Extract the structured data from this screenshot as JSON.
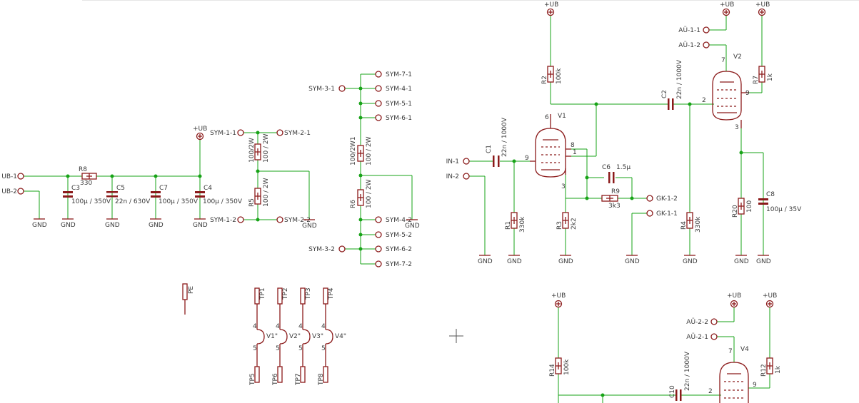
{
  "supply": {
    "ub": "+UB",
    "gnd": "GND"
  },
  "net_labels": {
    "ub1": "UB-1",
    "ub2": "UB-2",
    "sym11": "SYM-1-1",
    "sym21": "SYM-2-1",
    "sym12": "SYM-1-2",
    "sym22": "SYM-2-2",
    "sym71": "SYM-7-1",
    "sym31": "SYM-3-1",
    "sym41": "SYM-4-1",
    "sym51": "SYM-5-1",
    "sym61": "SYM-6-1",
    "sym42": "SYM-4-2",
    "sym52": "SYM-5-2",
    "sym32": "SYM-3-2",
    "sym62": "SYM-6-2",
    "sym72": "SYM-7-2",
    "in1": "IN-1",
    "in2": "IN-2",
    "gk12": "GK-1-2",
    "gk11": "GK-1-1",
    "au11": "AÜ-1-1",
    "au12": "AÜ-1-2",
    "au22": "AÜ-2-2",
    "au21": "AÜ-2-1"
  },
  "components": {
    "r8": {
      "ref": "R8",
      "value": "330"
    },
    "c3": {
      "ref": "C3",
      "value": "100µ / 350V"
    },
    "c5": {
      "ref": "C5",
      "value": "22n / 630V"
    },
    "c7": {
      "ref": "C7",
      "value": "100µ / 350V"
    },
    "c4": {
      "ref": "C4",
      "value": "100µ / 350V"
    },
    "r5": {
      "ref": "R5",
      "value": "100 / 2W"
    },
    "r5b": {
      "ref": "100/2W",
      "value": "100 / 2W"
    },
    "r6": {
      "ref": "R6",
      "value": "100 / 2W"
    },
    "r6b": {
      "ref": "100/2W1",
      "value": "100 / 2W"
    },
    "r2": {
      "ref": "R2",
      "value": "100k"
    },
    "c1": {
      "ref": "C1",
      "value": "22n / 1000V"
    },
    "r1": {
      "ref": "R1",
      "value": "330k"
    },
    "r3": {
      "ref": "R3",
      "value": "2k2"
    },
    "c6": {
      "ref": "C6",
      "value": "1.5µ"
    },
    "r9": {
      "ref": "R9",
      "value": "3k3"
    },
    "v1": {
      "ref": "V1"
    },
    "c2": {
      "ref": "C2",
      "value": "22n / 1000V"
    },
    "r4": {
      "ref": "R4",
      "value": "330k"
    },
    "v2": {
      "ref": "V2"
    },
    "r7": {
      "ref": "R7",
      "value": "1k"
    },
    "r20": {
      "ref": "R20",
      "value": "100"
    },
    "c8": {
      "ref": "C8",
      "value": "100µ / 35V"
    },
    "pe": {
      "ref": "PE"
    },
    "r14": {
      "ref": "R14",
      "value": "100k"
    },
    "c10": {
      "ref": "C10",
      "value": "22n / 1000V"
    },
    "v4": {
      "ref": "V4"
    },
    "r12": {
      "ref": "R12",
      "value": "1k"
    }
  },
  "test_points": {
    "top": [
      "TP1",
      "TP2",
      "TP3",
      "TP4"
    ],
    "bottom": [
      "TP5",
      "TP6",
      "TP7",
      "TP8"
    ],
    "heaters": [
      "V1\"",
      "V2\"",
      "V3\"",
      "V4\""
    ],
    "pin_top": "4",
    "pin_bottom": "5"
  },
  "pins": {
    "p6": "6",
    "p8": "8",
    "p9": "9",
    "p1": "1",
    "p3": "3",
    "p7": "7",
    "p2": "2"
  }
}
